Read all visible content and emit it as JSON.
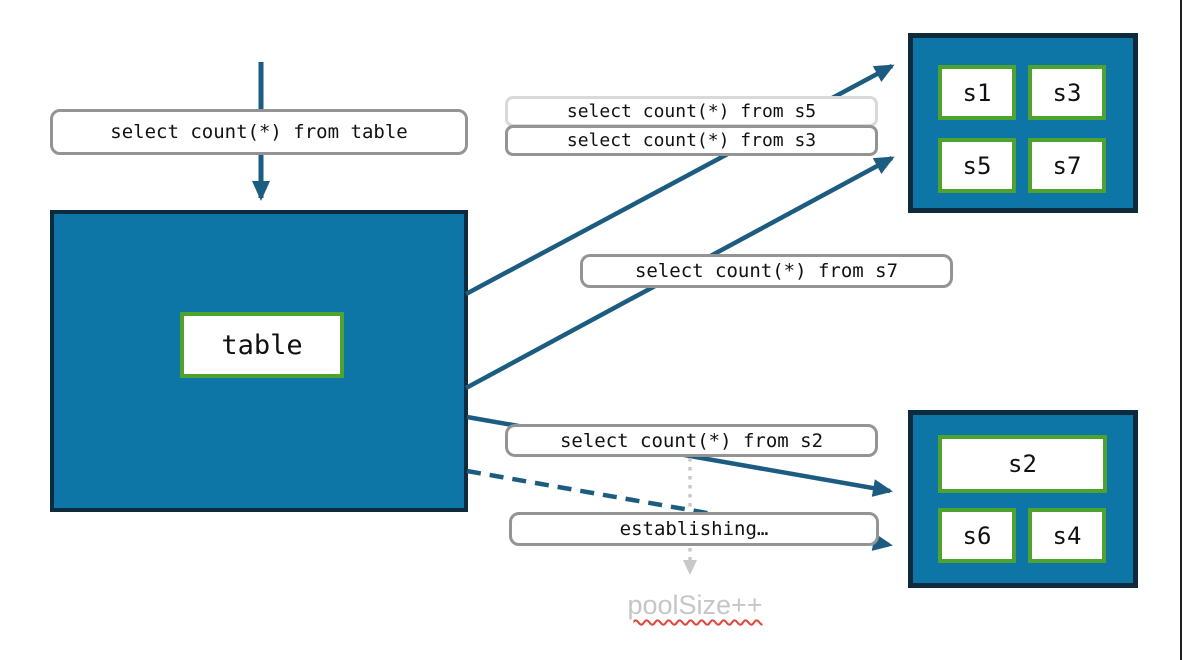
{
  "labels": {
    "query_table": "select count(*) from table",
    "query_s5": "select count(*) from s5",
    "query_s3": "select count(*) from s3",
    "query_s7": "select count(*) from s7",
    "query_s2": "select count(*) from s2",
    "establishing": "establishing…",
    "pool_size": "poolSize++",
    "table": "table"
  },
  "shards": {
    "top": [
      "s1",
      "s3",
      "s5",
      "s7"
    ],
    "bottom_wide": "s2",
    "bottom": [
      "s6",
      "s4"
    ]
  },
  "colors": {
    "box_fill": "#0e76a6",
    "box_border": "#0e2b3d",
    "cell_border": "#4ea32e",
    "arrow": "#1c5c80",
    "label_border": "#949494",
    "label_border_light": "#d9d9d9",
    "muted_text": "#c6c6c6",
    "squiggle_red": "#e0443a"
  }
}
